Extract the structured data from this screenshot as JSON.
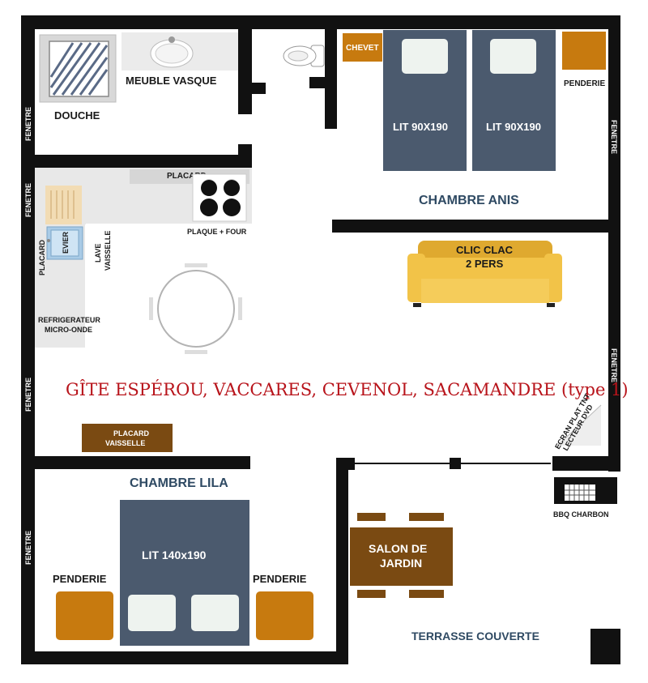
{
  "labels": {
    "douche": "DOUCHE",
    "meuble_vasque": "MEUBLE VASQUE",
    "chevet": "CHEVET",
    "penderie_top": "PENDERIE",
    "lit_90_a": "LIT 90X190",
    "lit_90_b": "LIT 90X190",
    "chambre_anis": "CHAMBRE ANIS",
    "placard_kitchen": "PLACARD",
    "plaque_four": "PLAQUE + FOUR",
    "placard_side": "PLACARD",
    "evier": "EVIER",
    "lave_vaisselle_1": "LAVE",
    "lave_vaisselle_2": "VAISSELLE",
    "refrigerateur": "REFRIGERATEUR",
    "micro_onde": "MICRO-ONDE",
    "clic_clac_1": "CLIC CLAC",
    "clic_clac_2": "2 PERS",
    "title": "GÎTE ESPÉROU, VACCARES, CEVENOL, SACAMANDRE (type 1)",
    "placard_vaisselle_1": "PLACARD",
    "placard_vaisselle_2": "VAISSELLE",
    "ecran_1": "ECRAN PLAT TNT",
    "ecran_2": "LECTEUR DVD",
    "chambre_lila": "CHAMBRE LILA",
    "lit_140": "LIT 140x190",
    "penderie_left": "PENDERIE",
    "penderie_right": "PENDERIE",
    "salon_jardin_1": "SALON DE",
    "salon_jardin_2": "JARDIN",
    "bbq": "BBQ CHARBON",
    "terrasse": "TERRASSE COUVERTE",
    "fenetre_top_left": "FENETRE",
    "fenetre_mid_left": "FENETRE",
    "fenetre_low_left": "FENETRE",
    "fenetre_bottom_left": "FENETRE",
    "fenetre_top_right": "FENETRE",
    "fenetre_mid_right": "FENETRE"
  },
  "colors": {
    "wall": "#111111",
    "bed": "#4b5a6e",
    "pillow": "#eef3ef",
    "wardrobe": "#c77a0f",
    "furniture_brown": "#7a4a12",
    "sofa": "#f2c348",
    "sofa_base": "#dfa92f",
    "title": "#b8141b",
    "room_label": "#2f4a63",
    "counter": "#e8e8e8"
  }
}
